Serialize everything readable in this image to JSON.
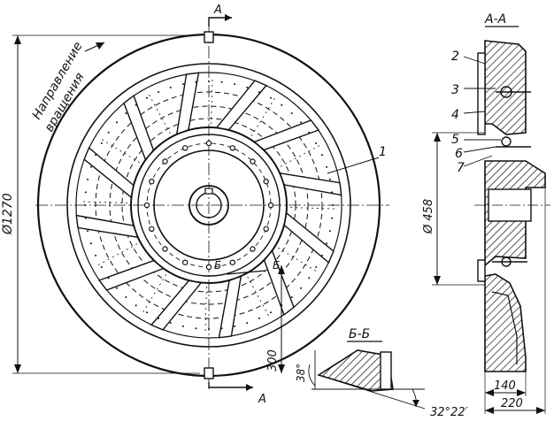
{
  "labels": {
    "section_aa": "А-А",
    "section_bb": "Б-Б",
    "cut_mark_top": "А",
    "cut_mark_bottom": "А",
    "cut_b_left": "Б",
    "cut_b_right": "Б",
    "direction_line1": "Направление",
    "direction_line2": "вращения",
    "dim_diameter_outer": "Ø1270",
    "dim_diameter_inner": "Ø 458",
    "dim_300": "300",
    "dim_140": "140",
    "dim_220": "220",
    "angle_38": "38°",
    "angle_32": "32°22′",
    "callout_1": "1",
    "callout_2": "2",
    "callout_3": "3",
    "callout_4": "4",
    "callout_5": "5",
    "callout_6": "6",
    "callout_7": "7"
  },
  "colors": {
    "ink": "#111111",
    "paper": "#ffffff"
  }
}
